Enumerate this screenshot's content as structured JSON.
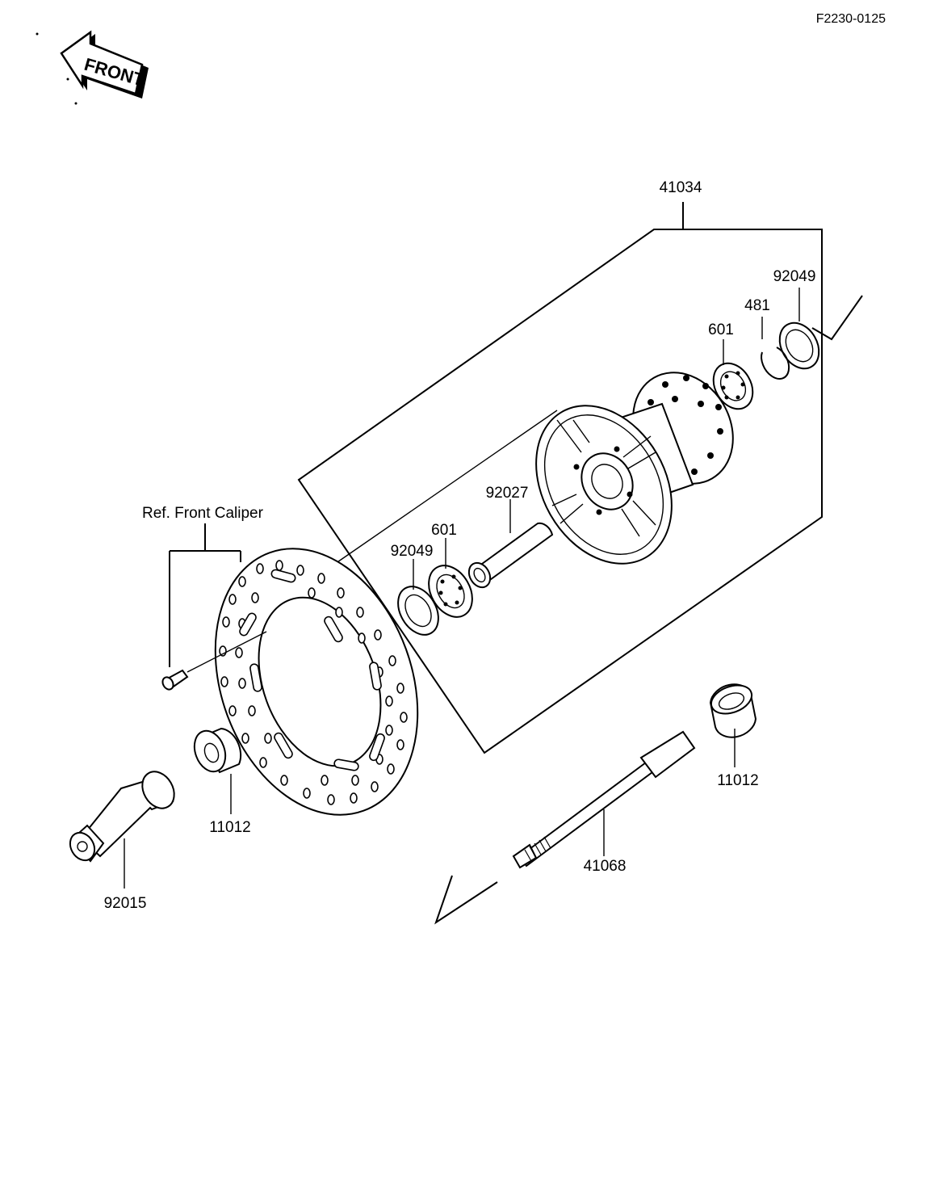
{
  "document_code": "F2230-0125",
  "front_badge": {
    "text": "FRONT",
    "icon": "front-direction-arrow-icon"
  },
  "reference": {
    "text": "Ref. Front Caliper"
  },
  "callouts": {
    "hub_assembly": "41034",
    "seal_right": "92049",
    "circlip": "481",
    "bearing_right": "601",
    "spacer": "92027",
    "bearing_left": "601",
    "seal_left": "92049",
    "collar_left": "11012",
    "collar_right": "11012",
    "axle_nut": "92015",
    "axle": "41068"
  }
}
